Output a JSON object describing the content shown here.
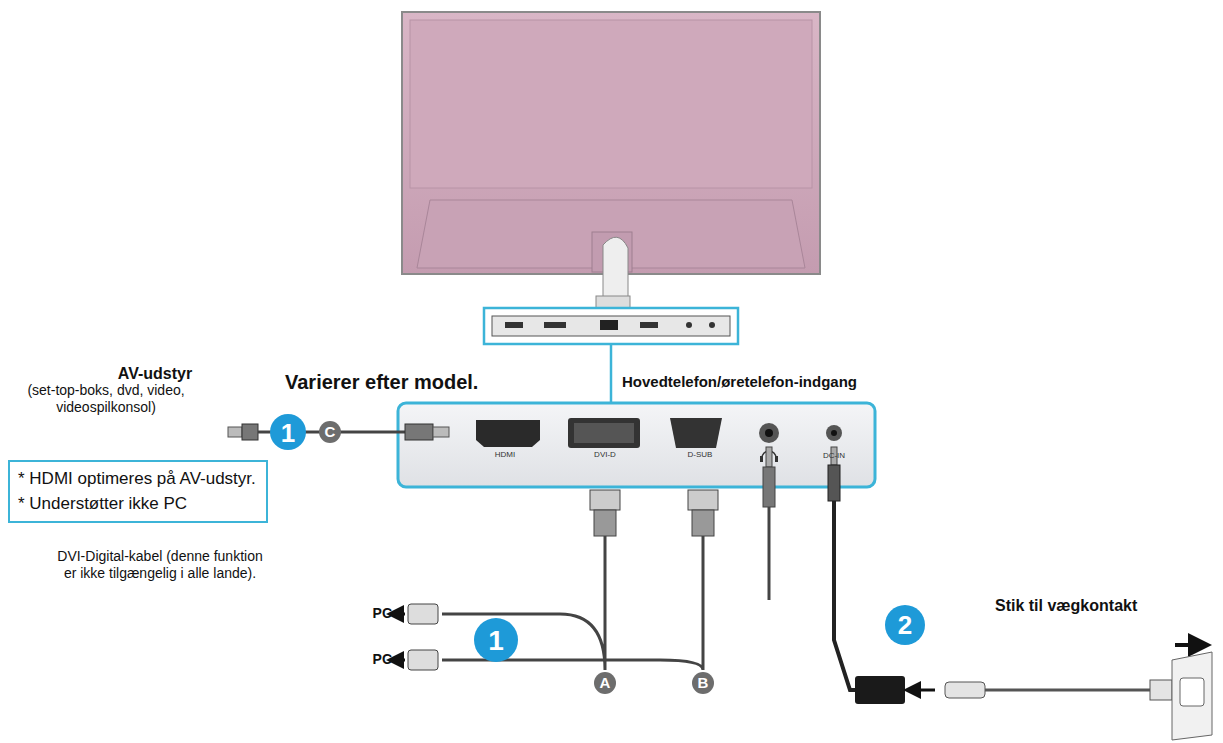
{
  "diagram": {
    "nodes": [
      {
        "text": [
          "HDMI",
          "DVI-D",
          "D-SUB",
          "DC-IN"
        ]
      },
      {
        "text": [
          "* HDMI optimeres på AV-udstyr.",
          "* Understøtter ikke PC"
        ]
      }
    ],
    "labels": [
      "AV-udstyr",
      "(set-top-boks, dvd, video, videospilkonsol)",
      "Varierer efter model.",
      "Hovedtelefon/øretelefon-indgang",
      "DVI-Digital-kabel (denne funktion er ikke tilgængelig i alle lande).",
      "PC",
      "PC",
      "Stik til vægkontakt",
      "1",
      "C",
      "1",
      "A",
      "B",
      "2"
    ]
  }
}
